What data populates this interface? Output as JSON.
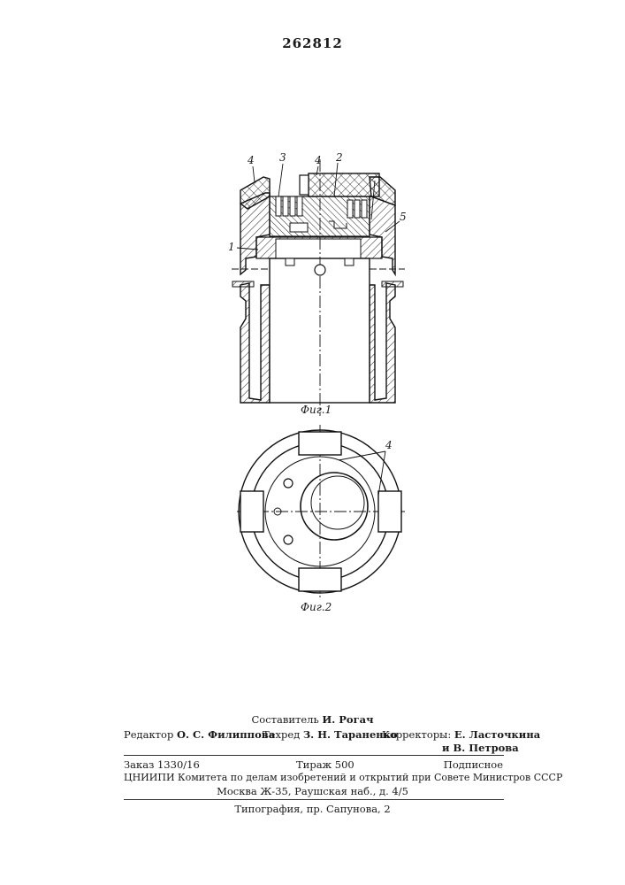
{
  "page_number": "262812",
  "figure1": {
    "caption": "Фиг.1",
    "callouts": {
      "c1": "1",
      "c2": "2",
      "c3": "3",
      "c4a": "4",
      "c4b": "4",
      "c5": "5"
    }
  },
  "figure2": {
    "caption": "Фиг.2",
    "callouts": {
      "c4": "4"
    }
  },
  "footer": {
    "compiler_label": "Составитель",
    "compiler_name": "И. Рогач",
    "editor_label": "Редактор",
    "editor_name": "О. С. Филиппова",
    "techred_label": "Техред",
    "techred_name": "З. Н. Тараненко",
    "correctors_label": "Корректоры:",
    "corrector1": "Е. Ласточкина",
    "corrector2": "и В. Петрова",
    "order": "Заказ 1330/16",
    "circulation": "Тираж 500",
    "subscription": "Подписное",
    "org_line": "ЦНИИПИ Комитета по делам изобретений и открытий при Совете Министров СССР",
    "address": "Москва Ж-35, Раушская наб., д. 4/5",
    "printing": "Типография, пр. Сапунова, 2"
  }
}
